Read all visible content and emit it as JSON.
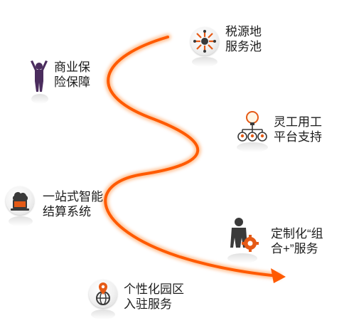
{
  "colors": {
    "curve": "#ff5a00",
    "curve_glow": "#ffb27a",
    "text": "#1c1c1c",
    "icon_dark": "#3a3a3a",
    "icon_orange": "#e55a16",
    "person_purple": "#4b2d5e"
  },
  "items": [
    {
      "line1": "税源地",
      "line2": "服务池",
      "icon": "network-hub-icon"
    },
    {
      "line1": "商业保",
      "line2": "险保障",
      "icon": "person-raising-hands-icon"
    },
    {
      "line1": "灵工用工",
      "line2": "平台支持",
      "icon": "lightbulb-team-icon"
    },
    {
      "line1": "一站式智能",
      "line2": "结算系统",
      "icon": "laptop-cloud-icon"
    },
    {
      "line1": "定制化“组",
      "line2": "合+”服务",
      "icon": "businessman-gear-icon"
    },
    {
      "line1": "个性化园区",
      "line2": "入驻服务",
      "icon": "location-globe-icon"
    }
  ]
}
